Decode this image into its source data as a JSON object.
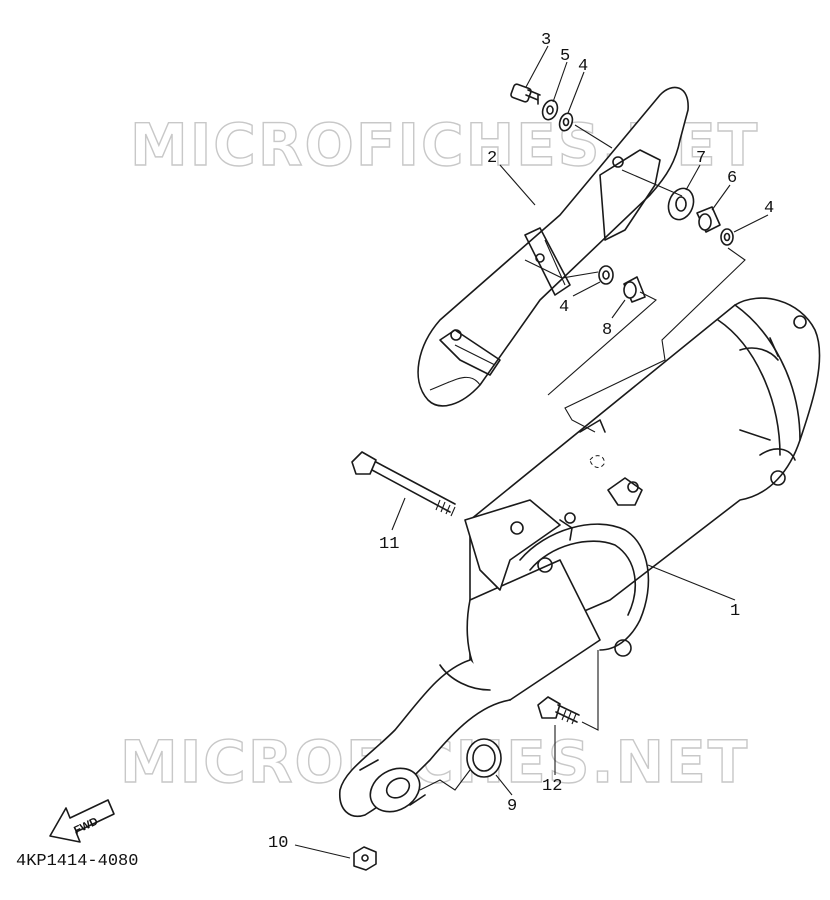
{
  "watermark": {
    "text": "MICROFICHES.NET"
  },
  "callouts": [
    {
      "id": "c1",
      "label": "1"
    },
    {
      "id": "c2",
      "label": "2"
    },
    {
      "id": "c3",
      "label": "3"
    },
    {
      "id": "c4a",
      "label": "4"
    },
    {
      "id": "c4b",
      "label": "4"
    },
    {
      "id": "c4c",
      "label": "4"
    },
    {
      "id": "c5",
      "label": "5"
    },
    {
      "id": "c6",
      "label": "6"
    },
    {
      "id": "c7",
      "label": "7"
    },
    {
      "id": "c8",
      "label": "8"
    },
    {
      "id": "c9",
      "label": "9"
    },
    {
      "id": "c10",
      "label": "10"
    },
    {
      "id": "c11",
      "label": "11"
    },
    {
      "id": "c12",
      "label": "12"
    }
  ],
  "fwd_arrow": {
    "label": "FWD"
  },
  "diagram_code": "4KP1414-4080"
}
